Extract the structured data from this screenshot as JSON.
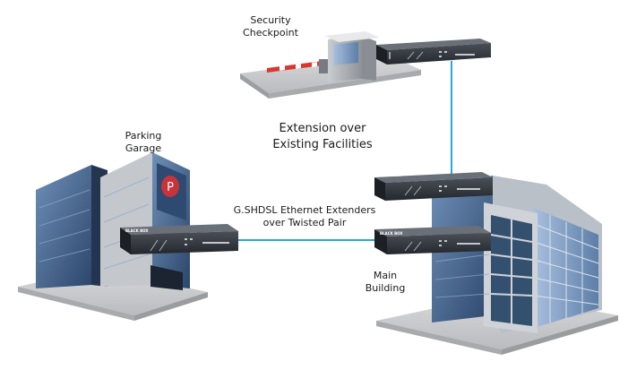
{
  "labels": {
    "security_checkpoint": [
      "Security",
      "Checkpoint"
    ],
    "parking_garage": [
      "Parking",
      "Garage"
    ],
    "main_building": [
      "Main",
      "Building"
    ],
    "extension": [
      "Extension over",
      "Existing Facilities"
    ],
    "extenders": [
      "G.SHDSL Ethernet Extenders",
      "over Twisted Pair"
    ],
    "device_brand": "BLACK BOX",
    "parking_sign": "P"
  },
  "colors": {
    "link": "#2aa6d8",
    "device_body": "#2b2f36",
    "building_glass": "#3d5d86",
    "parking_sign": "#c8333a"
  },
  "icons": {
    "device": "network-extender-icon",
    "building": "office-building-icon",
    "checkpoint": "security-booth-icon"
  }
}
